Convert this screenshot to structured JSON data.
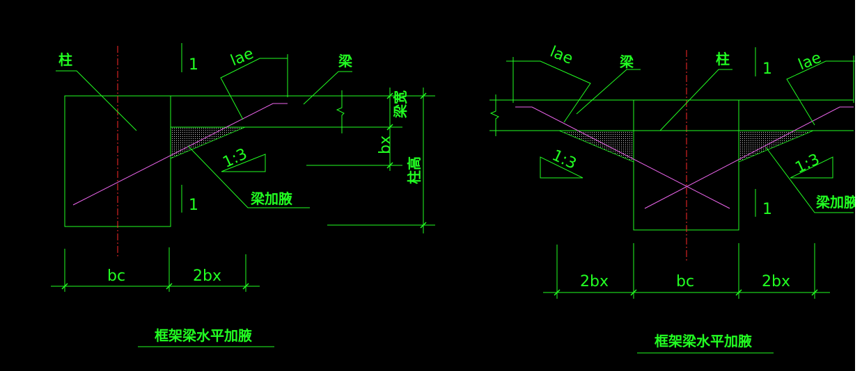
{
  "colors": {
    "background": "#000000",
    "lines": "#22ff22",
    "axis": "#ff2a2a",
    "rebar": "#ee66ee"
  },
  "left": {
    "label_column": "柱",
    "label_beam": "梁",
    "label_section_top": "1",
    "label_section_bottom": "1",
    "label_lae": "lae",
    "label_slope": "1:3",
    "label_haunch": "梁加腋",
    "label_beam_height": "梁宽",
    "label_bx": "bx",
    "label_column_height": "柱高",
    "dim_bc": "bc",
    "dim_2bx": "2bx",
    "title": "框架梁水平加腋"
  },
  "right": {
    "label_beam": "梁",
    "label_column": "柱",
    "label_section_top": "1",
    "label_section_bottom": "1",
    "label_lae_left": "lae",
    "label_lae_right": "lae",
    "label_slope_left": "1:3",
    "label_slope_right": "1:3",
    "label_haunch": "梁加腋",
    "dim_2bx_left": "2bx",
    "dim_bc": "bc",
    "dim_2bx_right": "2bx",
    "title": "框架梁水平加腋"
  }
}
